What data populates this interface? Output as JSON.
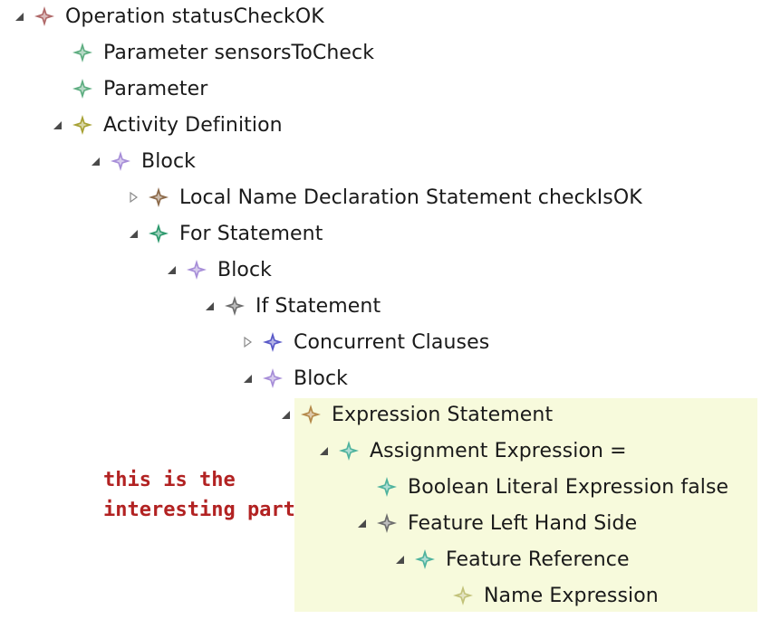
{
  "tree": {
    "nodes": [
      {
        "label": "Operation statusCheckOK",
        "depth": 0,
        "twisty": "expanded",
        "icon": "operation-icon",
        "icon_color": "#b06a6a"
      },
      {
        "label": "Parameter sensorsToCheck",
        "depth": 1,
        "twisty": "none",
        "icon": "parameter-icon",
        "icon_color": "#5fae82"
      },
      {
        "label": "Parameter",
        "depth": 1,
        "twisty": "none",
        "icon": "parameter-icon",
        "icon_color": "#5fae82"
      },
      {
        "label": "Activity Definition",
        "depth": 1,
        "twisty": "expanded",
        "icon": "activity-definition-icon",
        "icon_color": "#a8a236"
      },
      {
        "label": "Block",
        "depth": 2,
        "twisty": "expanded",
        "icon": "block-icon",
        "icon_color": "#a78ed8"
      },
      {
        "label": "Local Name Declaration Statement checkIsOK",
        "depth": 3,
        "twisty": "collapsed",
        "icon": "statement-icon",
        "icon_color": "#8c6a4a"
      },
      {
        "label": "For Statement",
        "depth": 3,
        "twisty": "expanded",
        "icon": "for-statement-icon",
        "icon_color": "#2e9a6e"
      },
      {
        "label": "Block",
        "depth": 4,
        "twisty": "expanded",
        "icon": "block-icon",
        "icon_color": "#a78ed8"
      },
      {
        "label": "If Statement",
        "depth": 5,
        "twisty": "expanded",
        "icon": "if-statement-icon",
        "icon_color": "#6e6e6e"
      },
      {
        "label": "Concurrent Clauses",
        "depth": 6,
        "twisty": "collapsed",
        "icon": "concurrent-clauses-icon",
        "icon_color": "#5a5ac8"
      },
      {
        "label": "Block",
        "depth": 6,
        "twisty": "expanded",
        "icon": "block-icon",
        "icon_color": "#a78ed8"
      },
      {
        "label": "Expression Statement",
        "depth": 7,
        "twisty": "expanded",
        "icon": "expression-statement-icon",
        "icon_color": "#b58a4a"
      },
      {
        "label": "Assignment Expression =",
        "depth": 8,
        "twisty": "expanded",
        "icon": "assignment-expression-icon",
        "icon_color": "#4fb39e"
      },
      {
        "label": "Boolean Literal Expression false",
        "depth": 9,
        "twisty": "none",
        "icon": "literal-expression-icon",
        "icon_color": "#4fb39e"
      },
      {
        "label": "Feature Left Hand Side",
        "depth": 9,
        "twisty": "expanded",
        "icon": "left-hand-side-icon",
        "icon_color": "#6e6e6e"
      },
      {
        "label": "Feature Reference",
        "depth": 10,
        "twisty": "expanded",
        "icon": "feature-reference-icon",
        "icon_color": "#4fb39e"
      },
      {
        "label": "Name Expression",
        "depth": 11,
        "twisty": "none",
        "icon": "name-expression-icon",
        "icon_color": "#c2c27a"
      }
    ]
  },
  "annotation": {
    "text": "this is the\ninteresting part",
    "color": "#b22222"
  },
  "highlight_color": "#f7fadc"
}
